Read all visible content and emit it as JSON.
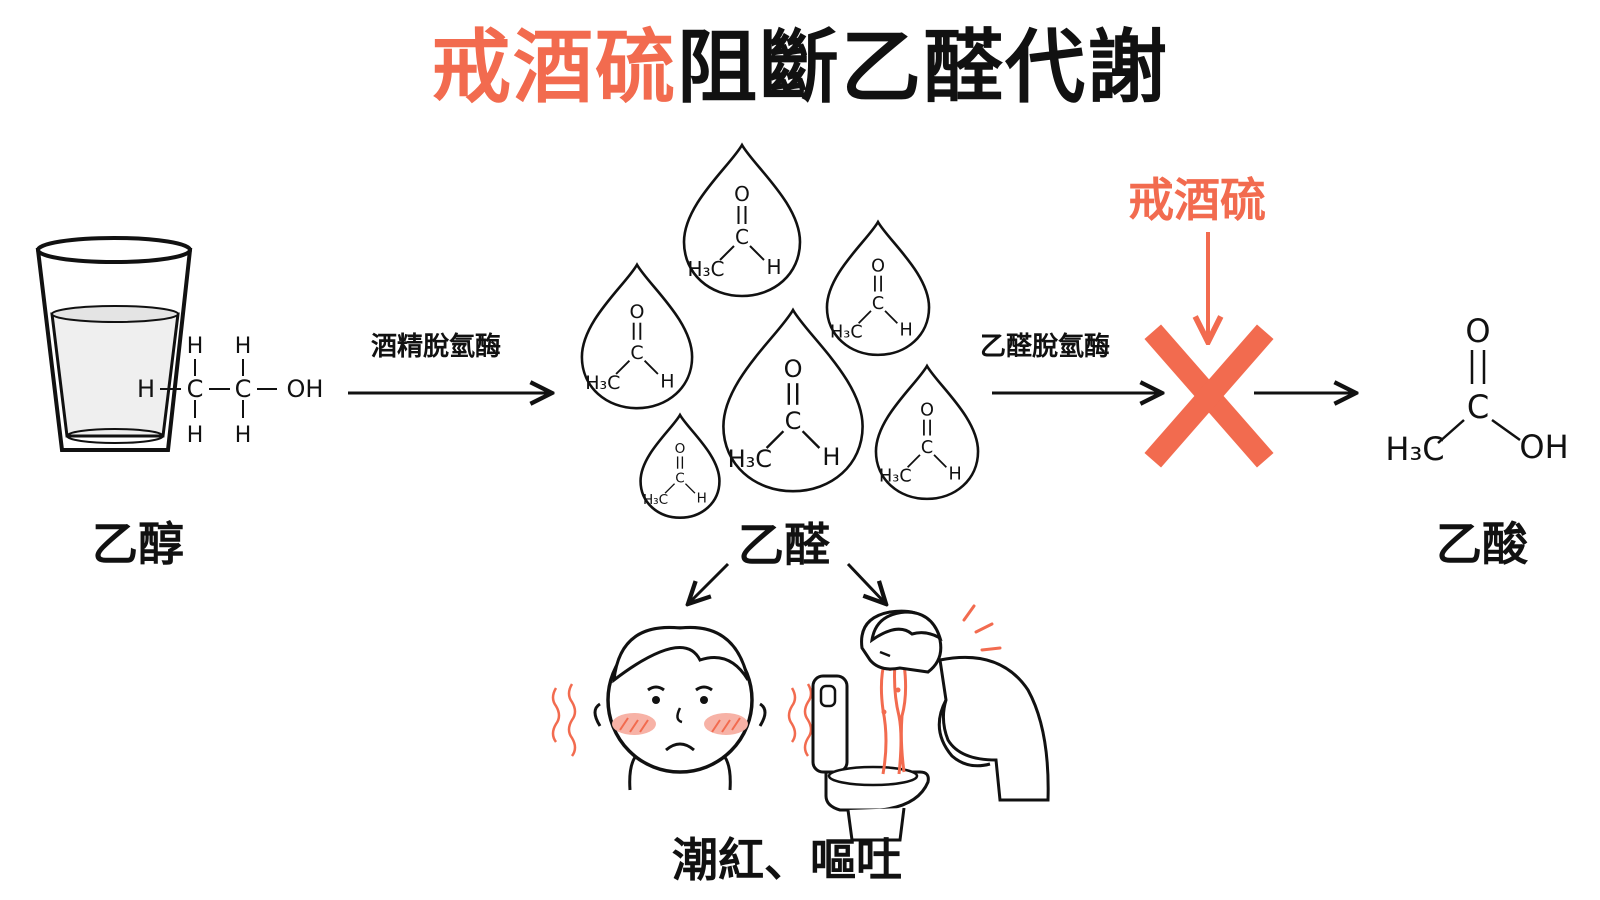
{
  "title": {
    "accent": "戒酒硫",
    "rest": "阻斷乙醛代謝"
  },
  "labels": {
    "ethanol": "乙醇",
    "acetaldehyde": "乙醛",
    "acetic_acid": "乙酸",
    "symptoms": "潮紅、嘔吐"
  },
  "enzymes": {
    "adh": "酒精脫氫酶",
    "aldh": "乙醛脫氫酶"
  },
  "inhibitor": "戒酒硫",
  "atoms": {
    "H": "H",
    "C": "C",
    "O": "O",
    "OH": "OH",
    "H3C": "H₃C"
  },
  "colors": {
    "accent": "#f26b4f",
    "ink": "#111111"
  }
}
